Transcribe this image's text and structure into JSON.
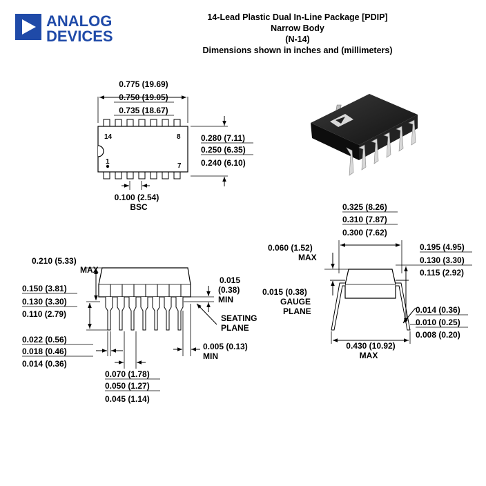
{
  "logo": {
    "line1": "ANALOG",
    "line2": "DEVICES",
    "color": "#1f4aa8"
  },
  "header": {
    "title": "14-Lead Plastic Dual In-Line Package [PDIP]",
    "subtitle": "Narrow Body",
    "code": "(N-14)",
    "units": "Dimensions shown in inches and (millimeters)"
  },
  "top_view": {
    "length_max": "0.775 (19.69)",
    "length_nom": "0.750 (19.05)",
    "length_min": "0.735 (18.67)",
    "width_max": "0.280 (7.11)",
    "width_nom": "0.250 (6.35)",
    "width_min": "0.240 (6.10)",
    "pin14": "14",
    "pin8": "8",
    "pin1": "1",
    "pin7": "7",
    "pitch": "0.100 (2.54)",
    "pitch_note": "BSC"
  },
  "side_view": {
    "height_max": "0.210 (5.33)",
    "height_max_note": "MAX",
    "lead_len_max": "0.150 (3.81)",
    "lead_len_nom": "0.130 (3.30)",
    "lead_len_min": "0.110 (2.79)",
    "standoff": "0.015",
    "standoff_mm": "(0.38)",
    "standoff_note": "MIN",
    "seating_plane_1": "SEATING",
    "seating_plane_2": "PLANE",
    "lead_w_max": "0.022 (0.56)",
    "lead_w_nom": "0.018 (0.46)",
    "lead_w_min": "0.014 (0.36)",
    "end_clear": "0.005 (0.13)",
    "end_clear_note": "MIN",
    "shoulder_max": "0.070 (1.78)",
    "shoulder_nom": "0.050 (1.27)",
    "shoulder_min": "0.045 (1.14)"
  },
  "end_view": {
    "row_max": "0.325 (8.26)",
    "row_nom": "0.310 (7.87)",
    "row_min": "0.300 (7.62)",
    "body_top": "0.060 (1.52)",
    "body_top_note": "MAX",
    "gauge": "0.015 (0.38)",
    "gauge_note1": "GAUGE",
    "gauge_note2": "PLANE",
    "lead_h_max": "0.195 (4.95)",
    "lead_h_nom": "0.130 (3.30)",
    "lead_h_min": "0.115 (2.92)",
    "thick_max": "0.014 (0.36)",
    "thick_nom": "0.010 (0.25)",
    "thick_min": "0.008 (0.20)",
    "span_max": "0.430 (10.92)",
    "span_note": "MAX"
  }
}
